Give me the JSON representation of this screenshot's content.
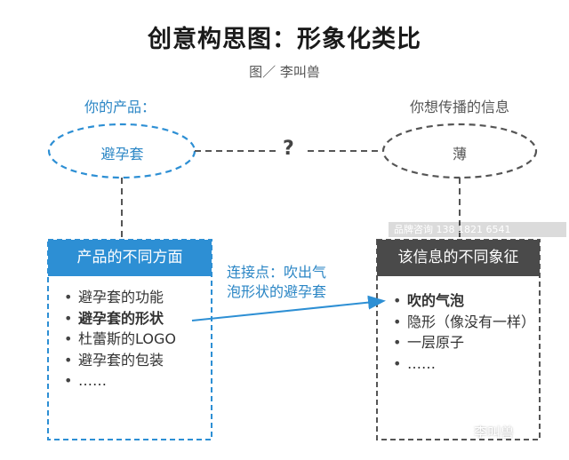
{
  "title": "创意构思图：形象化类比",
  "credit": "图／ 李叫兽",
  "left": {
    "heading": "你的产品：",
    "ellipse_label": "避孕套",
    "panel_title": "产品的不同方面",
    "items": [
      {
        "bullet": "•",
        "text": "避孕套的功能",
        "bold": false
      },
      {
        "bullet": "•",
        "text": "避孕套的形状",
        "bold": true
      },
      {
        "bullet": "•",
        "text": "杜蕾斯的LOGO",
        "bold": false
      },
      {
        "bullet": "•",
        "text": "避孕套的包装",
        "bold": false
      },
      {
        "bullet": "•",
        "text": "……",
        "bold": false
      }
    ]
  },
  "right": {
    "heading": "你想传播的信息",
    "ellipse_label": "薄",
    "panel_title": "该信息的不同象征",
    "items": [
      {
        "bullet": "•",
        "text": "吹的气泡",
        "bold": true
      },
      {
        "bullet": "•",
        "text": "隐形（像没有一样）",
        "bold": false
      },
      {
        "bullet": "•",
        "text": "一层原子",
        "bold": false
      },
      {
        "bullet": "•",
        "text": "……",
        "bold": false
      }
    ]
  },
  "connector": {
    "question_mark": "?",
    "label_line1": "连接点：吹出气",
    "label_line2": "泡形状的避孕套"
  },
  "watermark": "品牌咨询 138 1821 6541",
  "signature": "李叫兽",
  "colors": {
    "blue": "#2d8fd4",
    "dark_gray": "#4a4a4a",
    "dash_gray": "#555555"
  }
}
